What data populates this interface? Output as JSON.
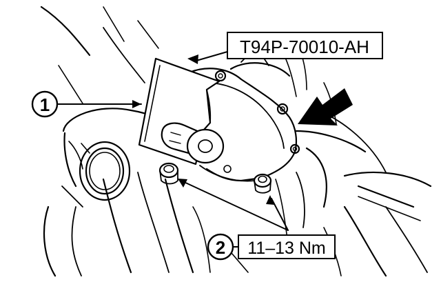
{
  "diagram": {
    "tool_label": "T94P-70010-AH",
    "torque_label": "11–13 Nm",
    "callouts": [
      {
        "number": "1"
      },
      {
        "number": "2"
      }
    ],
    "colors": {
      "line": "#000000",
      "background": "#ffffff"
    }
  }
}
